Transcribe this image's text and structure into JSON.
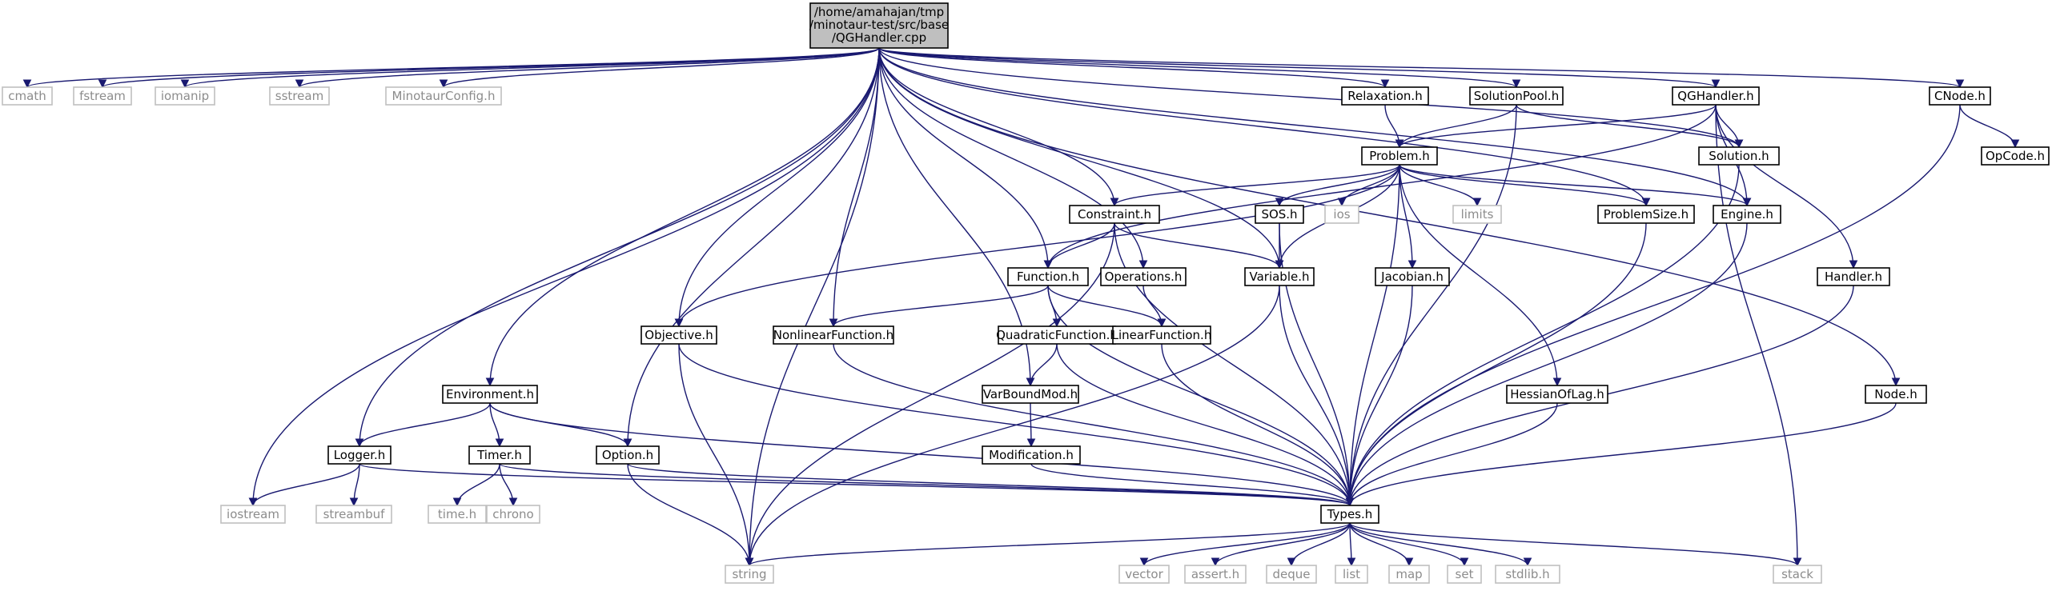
{
  "root": {
    "lines": [
      "/home/amahajan/tmp",
      "/minotaur-test/src/base",
      "/QGHandler.cpp"
    ]
  },
  "nodes": {
    "cmath": "cmath",
    "fstream": "fstream",
    "iomanip": "iomanip",
    "sstream": "sstream",
    "minotaurconfig": "MinotaurConfig.h",
    "relaxation": "Relaxation.h",
    "solutionpool": "SolutionPool.h",
    "qghandler": "QGHandler.h",
    "cnode": "CNode.h",
    "opcode": "OpCode.h",
    "solution": "Solution.h",
    "problem": "Problem.h",
    "constraint": "Constraint.h",
    "sos": "SOS.h",
    "ios": "ios",
    "limits": "limits",
    "problemsize": "ProblemSize.h",
    "engine": "Engine.h",
    "function": "Function.h",
    "operations": "Operations.h",
    "variable": "Variable.h",
    "jacobian": "Jacobian.h",
    "handler": "Handler.h",
    "objective": "Objective.h",
    "nonlinearfunction": "NonlinearFunction.h",
    "quadraticfunction": "QuadraticFunction.h",
    "linearfunction": "LinearFunction.h",
    "environment": "Environment.h",
    "varboundmod": "VarBoundMod.h",
    "hessianoflag": "HessianOfLag.h",
    "node": "Node.h",
    "logger": "Logger.h",
    "timer": "Timer.h",
    "option": "Option.h",
    "modification": "Modification.h",
    "iostream": "iostream",
    "streambuf": "streambuf",
    "timeh": "time.h",
    "chrono": "chrono",
    "types": "Types.h",
    "string": "string",
    "vector": "vector",
    "asserth": "assert.h",
    "deque": "deque",
    "list": "list",
    "map": "map",
    "set": "set",
    "stdlibh": "stdlib.h",
    "stack": "stack"
  },
  "colors": {
    "edge": "#191970",
    "node_border": "#000000",
    "external_border": "#bfbfbf",
    "external_text": "#8c8c8c",
    "root_fill": "#bfbfbf"
  }
}
